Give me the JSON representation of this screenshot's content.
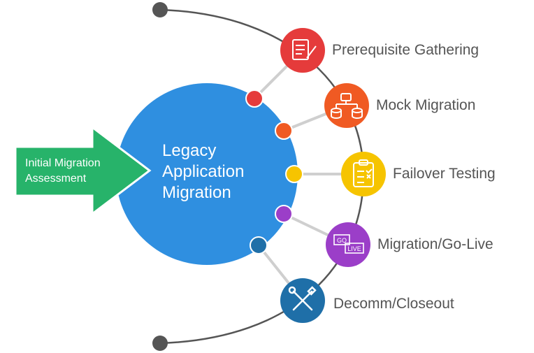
{
  "diagram": {
    "center": {
      "lines": [
        "Legacy",
        "Application",
        "Migration"
      ],
      "color": "#2f8fe0"
    },
    "entry_arrow": {
      "lines": [
        "Initial Migration",
        "Assessment"
      ],
      "color": "#27b36a"
    },
    "steps": [
      {
        "label": "Prerequisite Gathering",
        "icon": "document-edit-icon",
        "color": "#e53b3b"
      },
      {
        "label": "Mock Migration",
        "icon": "database-flow-icon",
        "color": "#f05a23"
      },
      {
        "label": "Failover Testing",
        "icon": "clipboard-checklist-icon",
        "color": "#f6c400"
      },
      {
        "label": "Migration/Go-Live",
        "icon": "go-live-icon",
        "color": "#9b3ec8"
      },
      {
        "label": "Decomm/Closeout",
        "icon": "tools-icon",
        "color": "#1f6fa8"
      }
    ],
    "go_live_icon_text": [
      "GO",
      "LIVE"
    ]
  }
}
